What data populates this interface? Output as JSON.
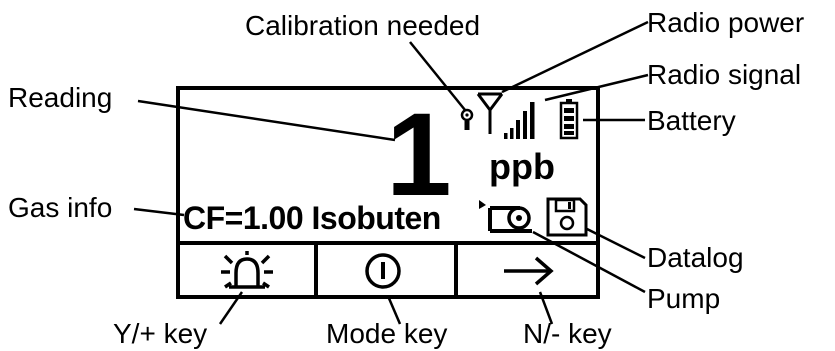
{
  "callouts": {
    "calibration_needed": "Calibration needed",
    "radio_power": "Radio power",
    "radio_signal": "Radio signal",
    "reading": "Reading",
    "battery": "Battery",
    "gas_info": "Gas info",
    "datalog": "Datalog",
    "pump": "Pump",
    "y_plus_key": "Y/+ key",
    "mode_key": "Mode key",
    "n_minus_key": "N/- key"
  },
  "display": {
    "reading_value": "1",
    "unit": "ppb",
    "gas_info": "CF=1.00 Isobuten"
  },
  "icons": {
    "calibration": "calibration-needed-icon",
    "antenna": "radio-antenna-icon",
    "signal": "signal-bars-icon",
    "battery": "battery-icon",
    "pump": "pump-icon",
    "datalog": "floppy-disk-icon",
    "alarm": "alarm-bell-icon",
    "power": "power-icon",
    "arrow": "right-arrow-icon"
  },
  "colors": {
    "ink": "#000000",
    "background": "#ffffff"
  }
}
